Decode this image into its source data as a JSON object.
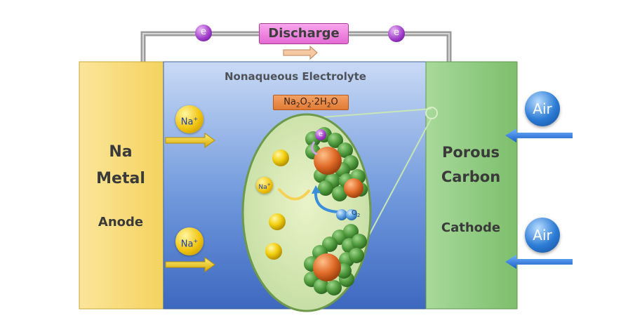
{
  "title": "Discharge",
  "electrolyte_label": "Nonaqueous Electrolyte",
  "product_label": {
    "main": "Na",
    "s1": "2",
    "mid": "O",
    "s2": "2",
    "tail": "·2H",
    "s3": "2",
    "end": "O"
  },
  "anode": {
    "line1": "Na",
    "line2": "Metal",
    "sub": "Anode"
  },
  "cathode": {
    "line1": "Porous",
    "line2": "Carbon",
    "sub": "Cathode"
  },
  "electron_label": "e",
  "na_ion": {
    "symbol": "Na",
    "charge": "+"
  },
  "air_label": "Air",
  "o2_label": {
    "main": "O",
    "sub": "2"
  },
  "colors": {
    "anode": "#f7dc76",
    "electrolyte": "#4f7fd0",
    "cathode": "#8bc97d",
    "discharge_box": "#f08ae0",
    "product_box": "#ea8a47",
    "wire": "#a0a0a0",
    "electron": "#9a36c5",
    "air": "#2b7bd5"
  }
}
